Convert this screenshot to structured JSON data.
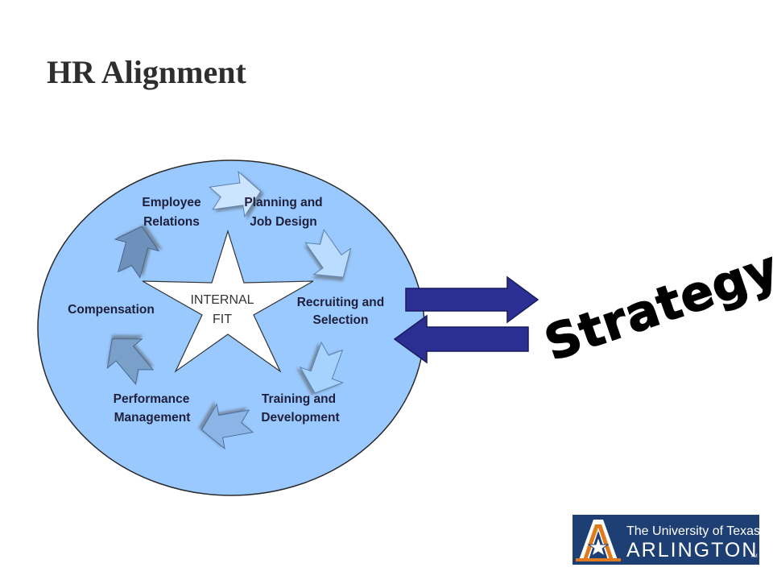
{
  "slide": {
    "title": "HR Alignment"
  },
  "diagram": {
    "center_label_line1": "INTERNAL",
    "center_label_line2": "FIT",
    "nodes": [
      {
        "line1": "Planning and",
        "line2": "Job Design"
      },
      {
        "line1": "Recruiting and",
        "line2": "Selection"
      },
      {
        "line1": "Training and",
        "line2": "Development"
      },
      {
        "line1": "Performance",
        "line2": "Management"
      },
      {
        "line1": "Compensation",
        "line2": ""
      },
      {
        "line1": "Employee",
        "line2": "Relations"
      }
    ],
    "outer_label": "Strategy"
  },
  "logo": {
    "line1": "The University of Texas",
    "line2": "ARLINGTON",
    "tm": "TM"
  },
  "colors": {
    "circle_fill": "#99c9ff",
    "arrow_navy": "#2b2f93",
    "logo_bg": "#1e3f73",
    "accent_orange": "#e07a1f"
  }
}
